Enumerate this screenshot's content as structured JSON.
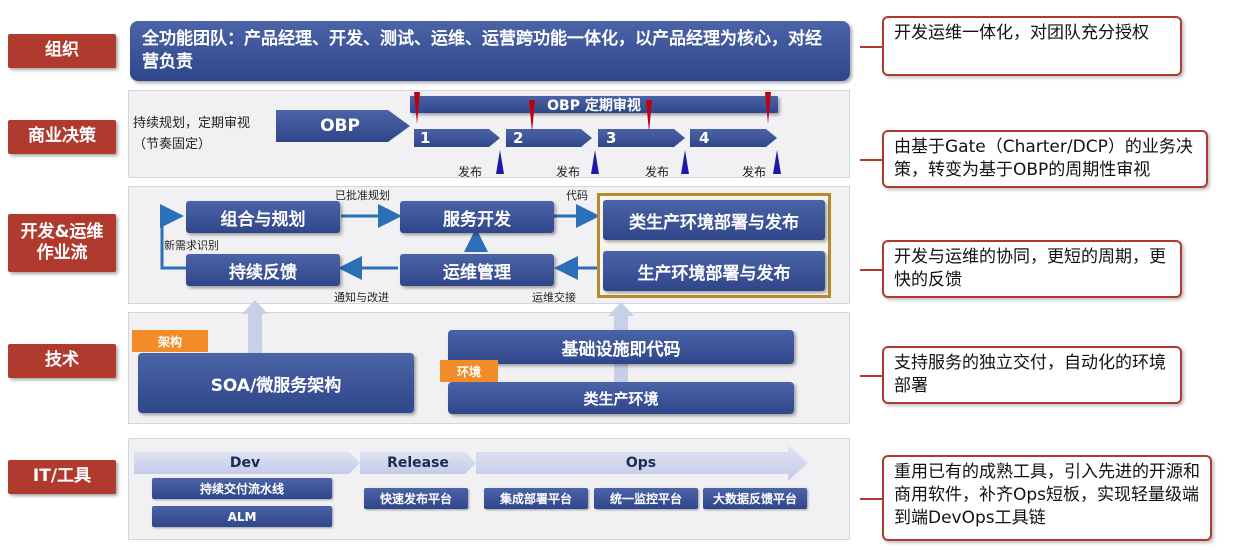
{
  "rows": {
    "org": "组织",
    "biz": "商业决策",
    "flow": "开发&运维作业流",
    "tech": "技术",
    "tools": "IT/工具"
  },
  "org_banner": "全功能团队：产品经理、开发、测试、运维、运营跨功能一体化，以产品经理为核心，对经营负责",
  "biz": {
    "plan_text": "持续规划，定期审视（节奏固定）",
    "obp": "OBP",
    "review_bar": "OBP 定期审视",
    "stages": [
      "1",
      "2",
      "3",
      "4"
    ],
    "release": "发布"
  },
  "flow": {
    "portfolio": "组合与规划",
    "service_dev": "服务开发",
    "preprod": "类生产环境部署与发布",
    "feedback": "持续反馈",
    "ops_mgmt": "运维管理",
    "prod": "生产环境部署与发布",
    "label_approved": "已批准规划",
    "label_code": "代码",
    "label_new_req": "新需求识别",
    "label_notify": "通知与改进",
    "label_ops_handover": "运维交接"
  },
  "tech": {
    "arch_tag": "架构",
    "soa": "SOA/微服务架构",
    "iac": "基础设施即代码",
    "env_tag": "环境",
    "preprod_env": "类生产环境"
  },
  "tools": {
    "dev": "Dev",
    "release": "Release",
    "ops": "Ops",
    "cd_pipeline": "持续交付流水线",
    "alm": "ALM",
    "fast_release": "快速发布平台",
    "integration": "集成部署平台",
    "monitoring": "统一监控平台",
    "bigdata": "大数据反馈平台"
  },
  "callouts": {
    "org": "开发运维一体化，对团队充分授权",
    "biz": "由基于Gate（Charter/DCP）的业务决策，转变为基于OBP的周期性审视",
    "flow": "开发与运维的协同，更短的周期，更快的反馈",
    "tech": "支持服务的独立交付，自动化的环境部署",
    "tools": "重用已有的成熟工具，引入先进的开源和商用软件，补齐Ops短板，实现轻量级端到端DevOps工具链"
  },
  "colors": {
    "row_label": "#b13a2f",
    "box_blue": "#3a519a",
    "tag_orange": "#f28c28",
    "marker_red": "#c0000f",
    "marker_blue": "#1a1aa8",
    "arrow_blue": "#2d6fb7",
    "frame_gold": "#b88a2e"
  }
}
